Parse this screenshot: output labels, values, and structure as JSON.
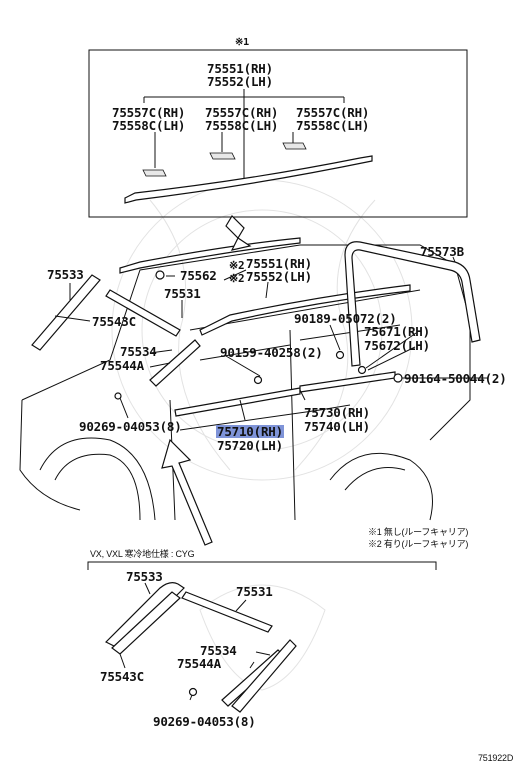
{
  "note_top_symbol": "※1",
  "inset_box": {
    "center": {
      "rh": "75551(RH)",
      "lh": "75552(LH)"
    },
    "left": {
      "rh": "75557C(RH)",
      "lh": "75558C(LH)"
    },
    "middle": {
      "rh": "75557C(RH)",
      "lh": "75558C(LH)"
    },
    "right": {
      "rh": "75557C(RH)",
      "lh": "75558C(LH)"
    }
  },
  "main": {
    "p75533": "75533",
    "p75562": "75562",
    "p75551": "75551(RH)",
    "p75552": "75552(LH)",
    "note2a": "※2",
    "note2b": "※2",
    "p75573b": "75573B",
    "p75531": "75531",
    "p75543c": "75543C",
    "p90189": "90189-05072(2)",
    "p75671": "75671(RH)",
    "p75672": "75672(LH)",
    "p75534": "75534",
    "p75544a": "75544A",
    "p90159": "90159-40258(2)",
    "p90164": "90164-50044(2)",
    "p90269": "90269-04053(8)",
    "p75730": "75730(RH)",
    "p75740": "75740(LH)",
    "p75710": "75710(RH)",
    "p75720": "75720(LH)"
  },
  "notes": {
    "n1": "※1 無し(ルーフキャリア)",
    "n2": "※2 有り(ルーフキャリア)"
  },
  "sub": {
    "caption": "VX, VXL 寒冷地仕様 : CYG",
    "p75533": "75533",
    "p75531": "75531",
    "p75534": "75534",
    "p75544a": "75544A",
    "p75543c": "75543C",
    "p90269": "90269-04053(8)"
  },
  "diagram_code": "751922D"
}
